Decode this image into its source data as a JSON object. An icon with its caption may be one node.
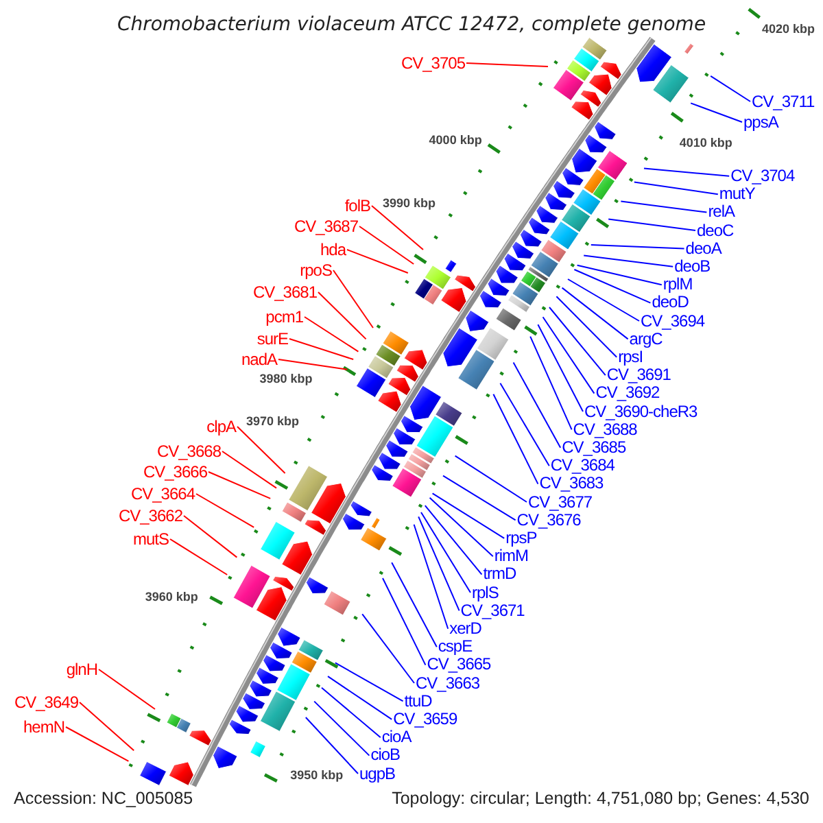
{
  "diagram": {
    "title": "Chromobacterium violaceum ATCC 12472, complete genome",
    "nodes": [
      {
        "text": [
          "CV_3705"
        ]
      },
      {
        "text": [
          "folB"
        ]
      },
      {
        "text": [
          "CV_3687"
        ]
      },
      {
        "text": [
          "hda"
        ]
      },
      {
        "text": [
          "rpoS"
        ]
      },
      {
        "text": [
          "CV_3681"
        ]
      },
      {
        "text": [
          "pcm1"
        ]
      },
      {
        "text": [
          "surE"
        ]
      },
      {
        "text": [
          "nadA"
        ]
      },
      {
        "text": [
          "clpA"
        ]
      },
      {
        "text": [
          "CV_3668"
        ]
      },
      {
        "text": [
          "CV_3666"
        ]
      },
      {
        "text": [
          "CV_3664"
        ]
      },
      {
        "text": [
          "CV_3662"
        ]
      },
      {
        "text": [
          "mutS"
        ]
      },
      {
        "text": [
          "glnH"
        ]
      },
      {
        "text": [
          "CV_3649"
        ]
      },
      {
        "text": [
          "hemN"
        ]
      },
      {
        "text": [
          "CV_3711"
        ]
      },
      {
        "text": [
          "ppsA"
        ]
      },
      {
        "text": [
          "CV_3704"
        ]
      },
      {
        "text": [
          "mutY"
        ]
      },
      {
        "text": [
          "relA"
        ]
      },
      {
        "text": [
          "deoC"
        ]
      },
      {
        "text": [
          "deoA"
        ]
      },
      {
        "text": [
          "deoB"
        ]
      },
      {
        "text": [
          "rplM"
        ]
      },
      {
        "text": [
          "deoD"
        ]
      },
      {
        "text": [
          "CV_3694"
        ]
      },
      {
        "text": [
          "argC"
        ]
      },
      {
        "text": [
          "rpsI"
        ]
      },
      {
        "text": [
          "CV_3691"
        ]
      },
      {
        "text": [
          "CV_3692"
        ]
      },
      {
        "text": [
          "CV_3690-cheR3"
        ]
      },
      {
        "text": [
          "CV_3688"
        ]
      },
      {
        "text": [
          "CV_3685"
        ]
      },
      {
        "text": [
          "CV_3684"
        ]
      },
      {
        "text": [
          "CV_3683"
        ]
      },
      {
        "text": [
          "CV_3677"
        ]
      },
      {
        "text": [
          "CV_3676"
        ]
      },
      {
        "text": [
          "rpsP"
        ]
      },
      {
        "text": [
          "rimM"
        ]
      },
      {
        "text": [
          "trmD"
        ]
      },
      {
        "text": [
          "rplS"
        ]
      },
      {
        "text": [
          "CV_3671"
        ]
      },
      {
        "text": [
          "xerD"
        ]
      },
      {
        "text": [
          "cspE"
        ]
      },
      {
        "text": [
          "CV_3665"
        ]
      },
      {
        "text": [
          "CV_3663"
        ]
      },
      {
        "text": [
          "ttuD"
        ]
      },
      {
        "text": [
          "CV_3659"
        ]
      },
      {
        "text": [
          "cioA"
        ]
      },
      {
        "text": [
          "cioB"
        ]
      },
      {
        "text": [
          "ugpB"
        ]
      }
    ],
    "edges": [
      {
        "from": 0,
        "to": null,
        "arrow": "none",
        "color": "#ff0000"
      },
      {
        "from": 1,
        "to": null,
        "arrow": "none",
        "color": "#ff0000"
      },
      {
        "from": 2,
        "to": null,
        "arrow": "none",
        "color": "#ff0000"
      },
      {
        "from": 3,
        "to": null,
        "arrow": "none",
        "color": "#ff0000"
      },
      {
        "from": 4,
        "to": null,
        "arrow": "none",
        "color": "#ff0000"
      },
      {
        "from": 5,
        "to": null,
        "arrow": "none",
        "color": "#ff0000"
      },
      {
        "from": 6,
        "to": null,
        "arrow": "none",
        "color": "#ff0000"
      },
      {
        "from": 7,
        "to": null,
        "arrow": "none",
        "color": "#ff0000"
      },
      {
        "from": 8,
        "to": null,
        "arrow": "none",
        "color": "#ff0000"
      },
      {
        "from": 9,
        "to": null,
        "arrow": "none",
        "color": "#ff0000"
      },
      {
        "from": 10,
        "to": null,
        "arrow": "none",
        "color": "#ff0000"
      },
      {
        "from": 11,
        "to": null,
        "arrow": "none",
        "color": "#ff0000"
      },
      {
        "from": 12,
        "to": null,
        "arrow": "none",
        "color": "#ff0000"
      },
      {
        "from": 13,
        "to": null,
        "arrow": "none",
        "color": "#ff0000"
      },
      {
        "from": 14,
        "to": null,
        "arrow": "none",
        "color": "#ff0000"
      },
      {
        "from": 15,
        "to": null,
        "arrow": "none",
        "color": "#ff0000"
      },
      {
        "from": 16,
        "to": null,
        "arrow": "none",
        "color": "#ff0000"
      },
      {
        "from": 17,
        "to": null,
        "arrow": "none",
        "color": "#ff0000"
      },
      {
        "from": 18,
        "to": null,
        "arrow": "none"
      },
      {
        "from": 19,
        "to": null,
        "arrow": "none"
      },
      {
        "from": 20,
        "to": null,
        "arrow": "none"
      },
      {
        "from": 21,
        "to": null,
        "arrow": "none"
      },
      {
        "from": 22,
        "to": null,
        "arrow": "none"
      },
      {
        "from": 23,
        "to": null,
        "arrow": "none"
      },
      {
        "from": 24,
        "to": null,
        "arrow": "none"
      },
      {
        "from": 25,
        "to": null,
        "arrow": "none"
      },
      {
        "from": 26,
        "to": null,
        "arrow": "none"
      },
      {
        "from": 27,
        "to": null,
        "arrow": "none"
      },
      {
        "from": 28,
        "to": null,
        "arrow": "none"
      },
      {
        "from": 29,
        "to": null,
        "arrow": "none"
      },
      {
        "from": 30,
        "to": null,
        "arrow": "none"
      },
      {
        "from": 31,
        "to": null,
        "arrow": "none"
      },
      {
        "from": 32,
        "to": null,
        "arrow": "none"
      },
      {
        "from": 33,
        "to": null,
        "arrow": "none"
      },
      {
        "from": 34,
        "to": null,
        "arrow": "none"
      },
      {
        "from": 35,
        "to": null,
        "arrow": "none"
      },
      {
        "from": 36,
        "to": null,
        "arrow": "none"
      },
      {
        "from": 37,
        "to": null,
        "arrow": "none"
      },
      {
        "from": 38,
        "to": null,
        "arrow": "none"
      },
      {
        "from": 39,
        "to": null,
        "arrow": "none"
      },
      {
        "from": 40,
        "to": null,
        "arrow": "none"
      },
      {
        "from": 41,
        "to": null,
        "arrow": "none"
      },
      {
        "from": 42,
        "to": null,
        "arrow": "none"
      },
      {
        "from": 43,
        "to": null,
        "arrow": "none"
      },
      {
        "from": 44,
        "to": null,
        "arrow": "none"
      },
      {
        "from": 45,
        "to": null,
        "arrow": "none"
      },
      {
        "from": 46,
        "to": null,
        "arrow": "none"
      },
      {
        "from": 47,
        "to": null,
        "arrow": "none"
      },
      {
        "from": 48,
        "to": null,
        "arrow": "none"
      },
      {
        "from": 49,
        "to": null,
        "arrow": "none"
      },
      {
        "from": 50,
        "to": null,
        "arrow": "none"
      },
      {
        "from": 51,
        "to": null,
        "arrow": "none"
      },
      {
        "from": 52,
        "to": null,
        "arrow": "none"
      },
      {
        "from": 53,
        "to": null,
        "arrow": "none"
      }
    ],
    "labels": [
      "4020 kbp",
      "4010 kbp",
      "4000 kbp",
      "3990 kbp",
      "3980 kbp",
      "3970 kbp",
      "3960 kbp",
      "3950 kbp",
      "Accession: NC_005085",
      "Topology: circular; Length: 4,751,080 bp; Genes: 4,530"
    ]
  }
}
